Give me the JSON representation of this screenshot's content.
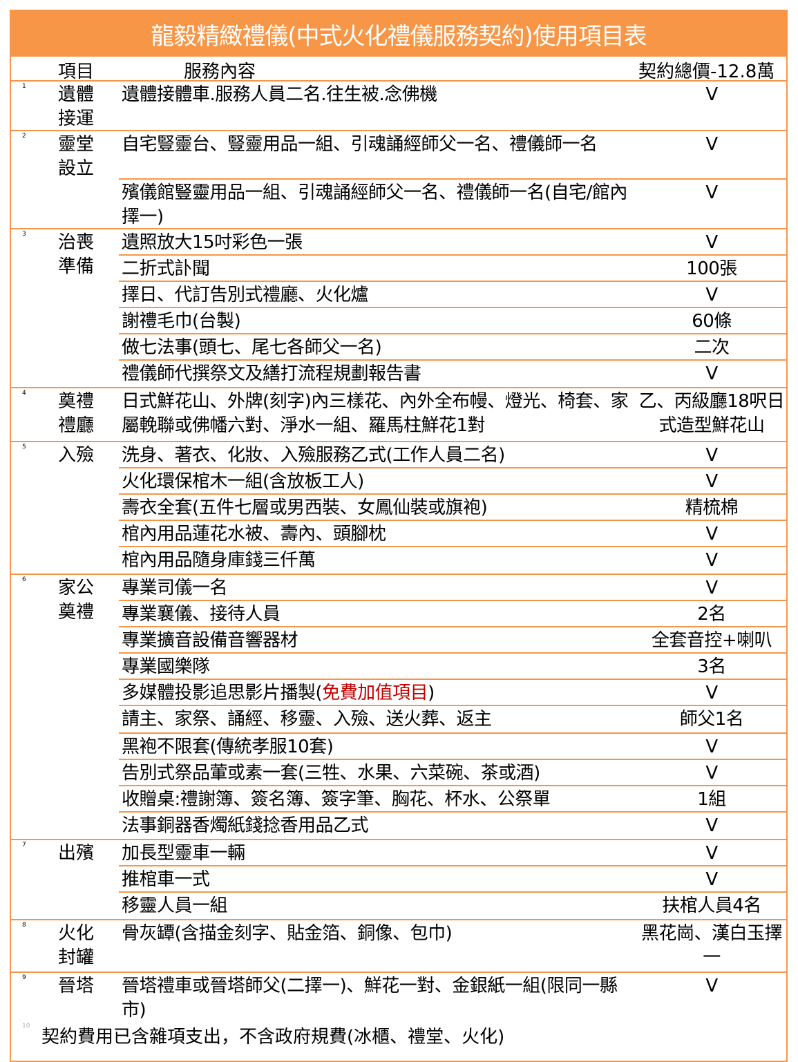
{
  "title": "龍毅精緻禮儀(中式火化禮儀服務契約)使用項目表",
  "header": {
    "item": "項目",
    "service": "服務內容",
    "price": "契約總價-12.8萬"
  },
  "colors": {
    "accent": "#F79646",
    "highlight": "#C00000"
  },
  "groups": [
    {
      "num": "1",
      "item": "遺體接運",
      "rows": [
        {
          "service": "遺體接體車.服務人員二名.往生被.念佛機",
          "value": "V"
        }
      ]
    },
    {
      "num": "2",
      "item": "靈堂設立",
      "rows": [
        {
          "service": "自宅豎靈台、豎靈用品一組、引魂誦經師父一名、禮儀師一名",
          "value": "V"
        },
        {
          "service": "殯儀館豎靈用品一組、引魂誦經師父一名、禮儀師一名(自宅/館內擇一)",
          "value": "V"
        }
      ]
    },
    {
      "num": "3",
      "item": "治喪準備",
      "rows": [
        {
          "service": "遺照放大15吋彩色一張",
          "value": "V"
        },
        {
          "service": "二折式訃聞",
          "value": "100張"
        },
        {
          "service": "擇日、代訂告別式禮廳、火化爐",
          "value": "V"
        },
        {
          "service": "謝禮毛巾(台製)",
          "value": "60條"
        },
        {
          "service": "做七法事(頭七、尾七各師父一名)",
          "value": "二次"
        },
        {
          "service": "禮儀師代撰祭文及繕打流程規劃報告書",
          "value": "V"
        }
      ]
    },
    {
      "num": "4",
      "item": "奠禮禮廳",
      "rows": [
        {
          "service": "日式鮮花山、外牌(刻字)內三樣花、內外全布幔、燈光、椅套、家屬輓聯或佛幡六對、淨水一組、羅馬柱鮮花1對",
          "value": "乙、丙級廳18呎日式造型鮮花山"
        }
      ]
    },
    {
      "num": "5",
      "item": "入殮",
      "rows": [
        {
          "service": "洗身、著衣、化妝、入殮服務乙式(工作人員二名)",
          "value": "V"
        },
        {
          "service": "火化環保棺木一組(含放板工人)",
          "value": "V"
        },
        {
          "service": "壽衣全套(五件七層或男西裝、女鳳仙裝或旗袍)",
          "value": "精梳棉"
        },
        {
          "service": "棺內用品蓮花水被、壽內、頭腳枕",
          "value": "V"
        },
        {
          "service": "棺內用品隨身庫錢三仟萬",
          "value": "V"
        }
      ]
    },
    {
      "num": "6",
      "item": "家公奠禮",
      "rows": [
        {
          "service": "專業司儀一名",
          "value": "V"
        },
        {
          "service": "專業襄儀、接待人員",
          "value": "2名"
        },
        {
          "service": "專業擴音設備音響器材",
          "value": "全套音控+喇叭"
        },
        {
          "service": "專業國樂隊",
          "value": "3名"
        },
        {
          "service": "多媒體投影追思影片播製(",
          "service_red": "免費加值項目",
          "service_tail": ")",
          "value": "V"
        },
        {
          "service": "請主、家祭、誦經、移靈、入殮、送火葬、返主",
          "value": "師父1名"
        },
        {
          "service": "黑袍不限套(傳統孝服10套)",
          "value": "V"
        },
        {
          "service": "告別式祭品葷或素一套(三牲、水果、六菜碗、茶或酒)",
          "value": "V"
        },
        {
          "service": "收贈桌:禮謝簿、簽名簿、簽字筆、胸花、杯水、公祭單",
          "value": "1組"
        },
        {
          "service": "法事銅器香燭紙錢捻香用品乙式",
          "value": "V"
        }
      ]
    },
    {
      "num": "7",
      "item": "出殯",
      "rows": [
        {
          "service": "加長型靈車一輛",
          "value": "V"
        },
        {
          "service": "推棺車一式",
          "value": "V"
        },
        {
          "service": "移靈人員一組",
          "value": "扶棺人員4名"
        }
      ]
    },
    {
      "num": "8",
      "item": "火化封罐",
      "rows": [
        {
          "service": "骨灰罈(含描金刻字、貼金箔、銅像、包巾)",
          "value": "黑花崗、漢白玉擇一"
        }
      ]
    },
    {
      "num": "9",
      "item": "晉塔",
      "rows": [
        {
          "service": "晉塔禮車或晉塔師父(二擇一)、鮮花一對、金銀紙一組(限同一縣市)",
          "value": "V"
        }
      ]
    }
  ],
  "footer": {
    "num": "10",
    "text": "契約費用已含雜項支出，不含政府規費(冰櫃、禮堂、火化)"
  }
}
